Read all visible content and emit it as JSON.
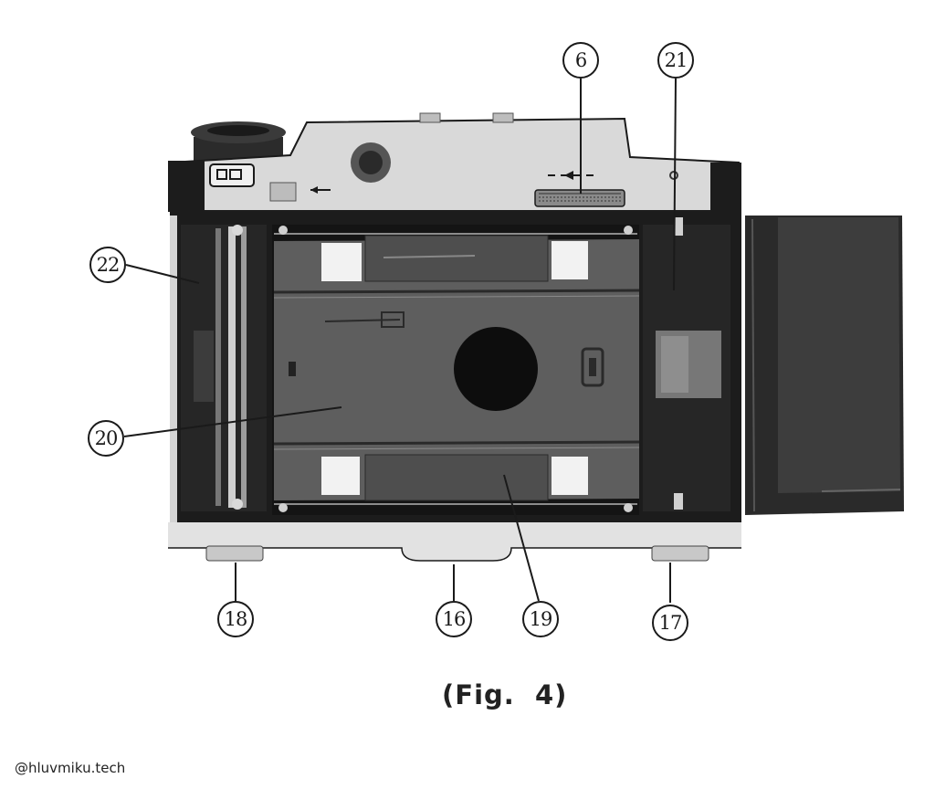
{
  "callouts": {
    "c6": "6",
    "c21": "21",
    "c22": "22",
    "c20": "20",
    "c18": "18",
    "c16": "16",
    "c19": "19",
    "c17": "17"
  },
  "caption": "(Fig.  4)",
  "credit": "@hluvmiku.tech",
  "colors": {
    "ink": "#1a1a1a",
    "body_light": "#d9d9d9",
    "body_dark": "#1c1c1c",
    "plate": "#5e5e5e",
    "door": "#2a2a2a"
  }
}
